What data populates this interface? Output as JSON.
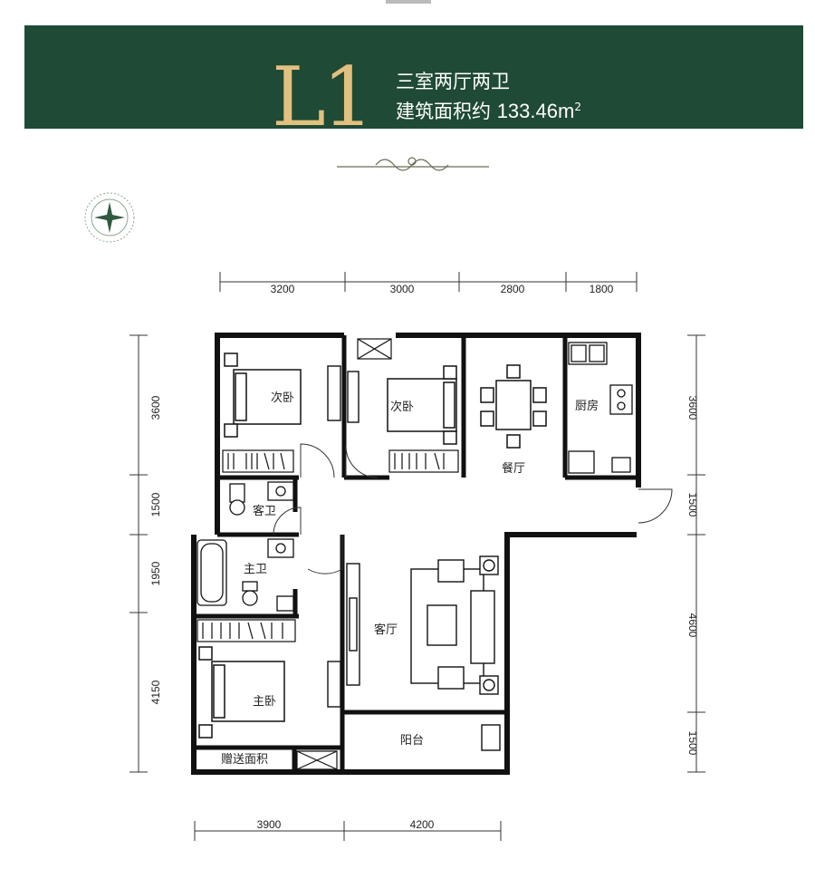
{
  "header": {
    "plan_code": "L1",
    "layout": "三室两厅两卫",
    "area_label": "建筑面积约",
    "area_value": "133.46m",
    "area_unit_sup": "2"
  },
  "rooms": {
    "bedroom_2a": "次卧",
    "bedroom_2b": "次卧",
    "dining": "餐厅",
    "kitchen": "厨房",
    "guest_bath": "客卫",
    "master_bath": "主卫",
    "living": "客厅",
    "master_bedroom": "主卧",
    "balcony": "阳台",
    "bonus_area": "赠送面积"
  },
  "dimensions": {
    "top": [
      "3200",
      "3000",
      "2800",
      "1800"
    ],
    "left": [
      "3600",
      "1500",
      "1950",
      "4150"
    ],
    "right": [
      "3600",
      "1500",
      "4600",
      "1500"
    ],
    "bottom": [
      "3900",
      "4200"
    ]
  },
  "colors": {
    "banner": "#1f4a35",
    "gold": "#e2c07f",
    "wall": "#111111"
  }
}
